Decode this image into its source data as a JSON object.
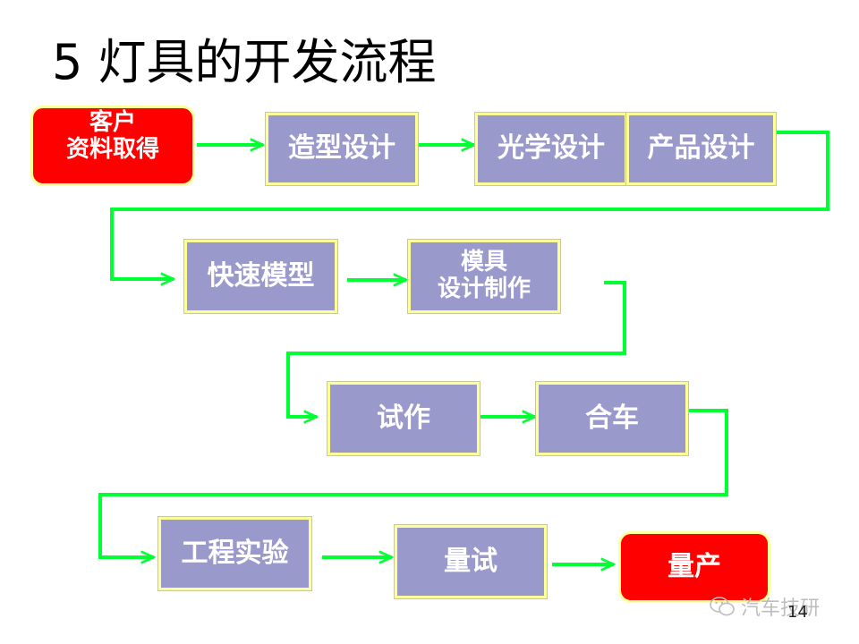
{
  "title": "5 灯具的开发流程",
  "steps": {
    "customer": {
      "line1": "客户",
      "line2": "资料取得"
    },
    "styling": "造型设计",
    "optics": "光学设计",
    "product": "产品设计",
    "rapid_model": "快速模型",
    "mold": {
      "line1": "模具",
      "line2": "设计制作"
    },
    "trial": "试作",
    "assembly": "合车",
    "engineering_test": "工程实验",
    "pilot": "量试",
    "mass_production": "量产"
  },
  "watermark": "汽车技研",
  "page_number": "14",
  "colors": {
    "box_fill": "#9999cc",
    "box_border": "#ffff99",
    "highlight_box": "#ff0000",
    "arrow": "#00ff33"
  }
}
